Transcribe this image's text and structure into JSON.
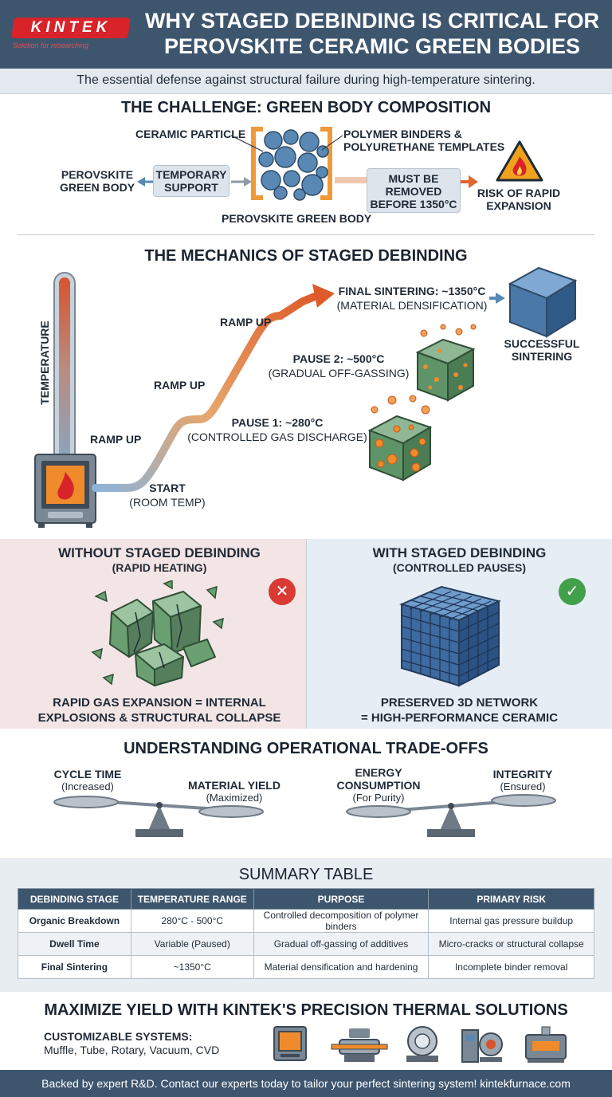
{
  "header": {
    "logo": "KINTEK",
    "logo_tagline": "Solution for researching",
    "title": "WHY STAGED DEBINDING IS CRITICAL FOR PEROVSKITE CERAMIC GREEN BODIES",
    "subtitle": "The essential defense against structural failure during high-temperature sintering."
  },
  "challenge": {
    "title": "THE CHALLENGE: GREEN BODY COMPOSITION",
    "ceramic_particle": "CERAMIC PARTICLE",
    "polymer_binders": "POLYMER BINDERS &\nPOLYURETHANE TEMPLATES",
    "perovskite_left": "PEROVSKITE\nGREEN BODY",
    "temporary_support": "TEMPORARY\nSUPPORT",
    "perovskite_bottom": "PEROVSKITE GREEN BODY",
    "must_be_removed": "MUST BE\nREMOVED\nBEFORE 1350°C",
    "risk": "RISK OF RAPID\nEXPANSION"
  },
  "mechanics": {
    "title": "THE MECHANICS OF STAGED DEBINDING",
    "temperature_axis": "TEMPERATURE",
    "start": "START",
    "start_sub": "(ROOM TEMP)",
    "ramp_up": "RAMP UP",
    "pause1": "PAUSE 1: ~280°C",
    "pause1_sub": "(CONTROLLED GAS DISCHARGE)",
    "pause2": "PAUSE 2: ~500°C",
    "pause2_sub": "(GRADUAL OFF-GASSING)",
    "final": "FINAL SINTERING: ~1350°C",
    "final_sub": "(MATERIAL DENSIFICATION)",
    "success": "SUCCESSFUL\nSINTERING"
  },
  "comparison": {
    "without_title": "WITHOUT STAGED DEBINDING",
    "without_sub": "(RAPID HEATING)",
    "without_result": "RAPID GAS EXPANSION = INTERNAL\nEXPLOSIONS & STRUCTURAL COLLAPSE",
    "with_title": "WITH STAGED DEBINDING",
    "with_sub": "(CONTROLLED PAUSES)",
    "with_result": "PRESERVED 3D NETWORK\n= HIGH-PERFORMANCE CERAMIC",
    "fail_mark": "✕",
    "ok_mark": "✓"
  },
  "tradeoffs": {
    "title": "UNDERSTANDING OPERATIONAL TRADE-OFFS",
    "cycle_time": "CYCLE TIME",
    "cycle_time_sub": "(Increased)",
    "material_yield": "MATERIAL YIELD",
    "material_yield_sub": "(Maximized)",
    "energy": "ENERGY\nCONSUMPTION",
    "energy_sub": "(For Purity)",
    "integrity": "INTEGRITY",
    "integrity_sub": "(Ensured)"
  },
  "summary": {
    "title": "SUMMARY TABLE",
    "headers": [
      "DEBINDING STAGE",
      "TEMPERATURE RANGE",
      "PURPOSE",
      "PRIMARY RISK"
    ],
    "rows": [
      [
        "Organic Breakdown",
        "280°C - 500°C",
        "Controlled decomposition of polymer binders",
        "Internal gas pressure buildup"
      ],
      [
        "Dwell Time",
        "Variable (Paused)",
        "Gradual off-gassing of additives",
        "Micro-cracks or structural collapse"
      ],
      [
        "Final Sintering",
        "~1350°C",
        "Material densification and hardening",
        "Incomplete binder removal"
      ]
    ]
  },
  "cta": {
    "title": "MAXIMIZE YIELD WITH KINTEK'S PRECISION THERMAL SOLUTIONS",
    "systems_label": "CUSTOMIZABLE SYSTEMS:",
    "systems_list": "Muffle, Tube, Rotary, Vacuum, CVD"
  },
  "footer": {
    "text": "Backed by expert R&D. Contact our experts today to tailor your perfect sintering system! kintekfurnace.com"
  },
  "colors": {
    "header": "#3e556e",
    "brand_red": "#d8232a",
    "particle_blue": "#5a88b5",
    "success_green": "#43a04a",
    "fail_red": "#d93a33"
  }
}
